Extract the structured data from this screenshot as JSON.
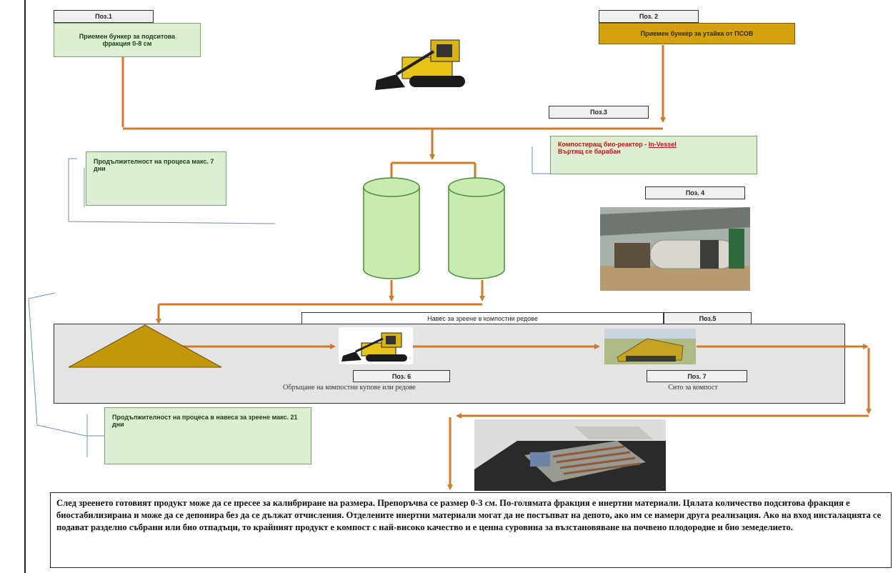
{
  "colors": {
    "arrow": "#d07a2a",
    "tank_fill": "#c8ecb0",
    "tank_stroke": "#4c8a3c",
    "pile_fill": "#c4960a",
    "hopper2_fill": "#d4a10f",
    "green_box": "#dcefd3",
    "shed_fill": "#e4e4e4",
    "callout_line": "#6b8fb5"
  },
  "pos1": {
    "tag": "Поз.1",
    "label": "Приемен бункер за подситова фракция 0-8 см"
  },
  "pos2": {
    "tag": "Поз. 2",
    "label": "Приемен бункер за утайка от ПСОВ"
  },
  "pos3": {
    "tag": "Поз.3"
  },
  "reactor": {
    "text_start": "Компостиращ био-реактор - ",
    "text_link": "In-Vessel",
    "text_end": "Въртящ се барабан"
  },
  "pos4": {
    "tag": "Поз. 4"
  },
  "duration1": "Продължителност на процеса макс. 7 дни",
  "shed": {
    "title": "Навес за зреене в компостни редове",
    "tag": "Поз.5"
  },
  "pos6": {
    "tag": "Поз. 6",
    "caption": "Обръщане на компостни купове или редове"
  },
  "pos7": {
    "tag": "Поз. 7",
    "caption": "Сито за компост"
  },
  "duration2": "Продължителност на процеса в навеса за зреене макс. 21 дни",
  "description": "След зреенето готовият продукт може да се пресее за калибриране на размера. Препоръчва се размер 0-3 см. По-голямата фракция е инертни материали. Цялата количество подситова фракция е биостабилизирана и може да се депонира без да се дължат отчисления. Отделените инертни материали могат да не постъпват на депото, ако им се намери друга реализация. Ако на вход инсталацията се подават разделно събрани или био отпадъци, то крайният продукт е компост с най-високо качество и е ценна суровина за възстановяване на почвено плодородие и био земеделието."
}
